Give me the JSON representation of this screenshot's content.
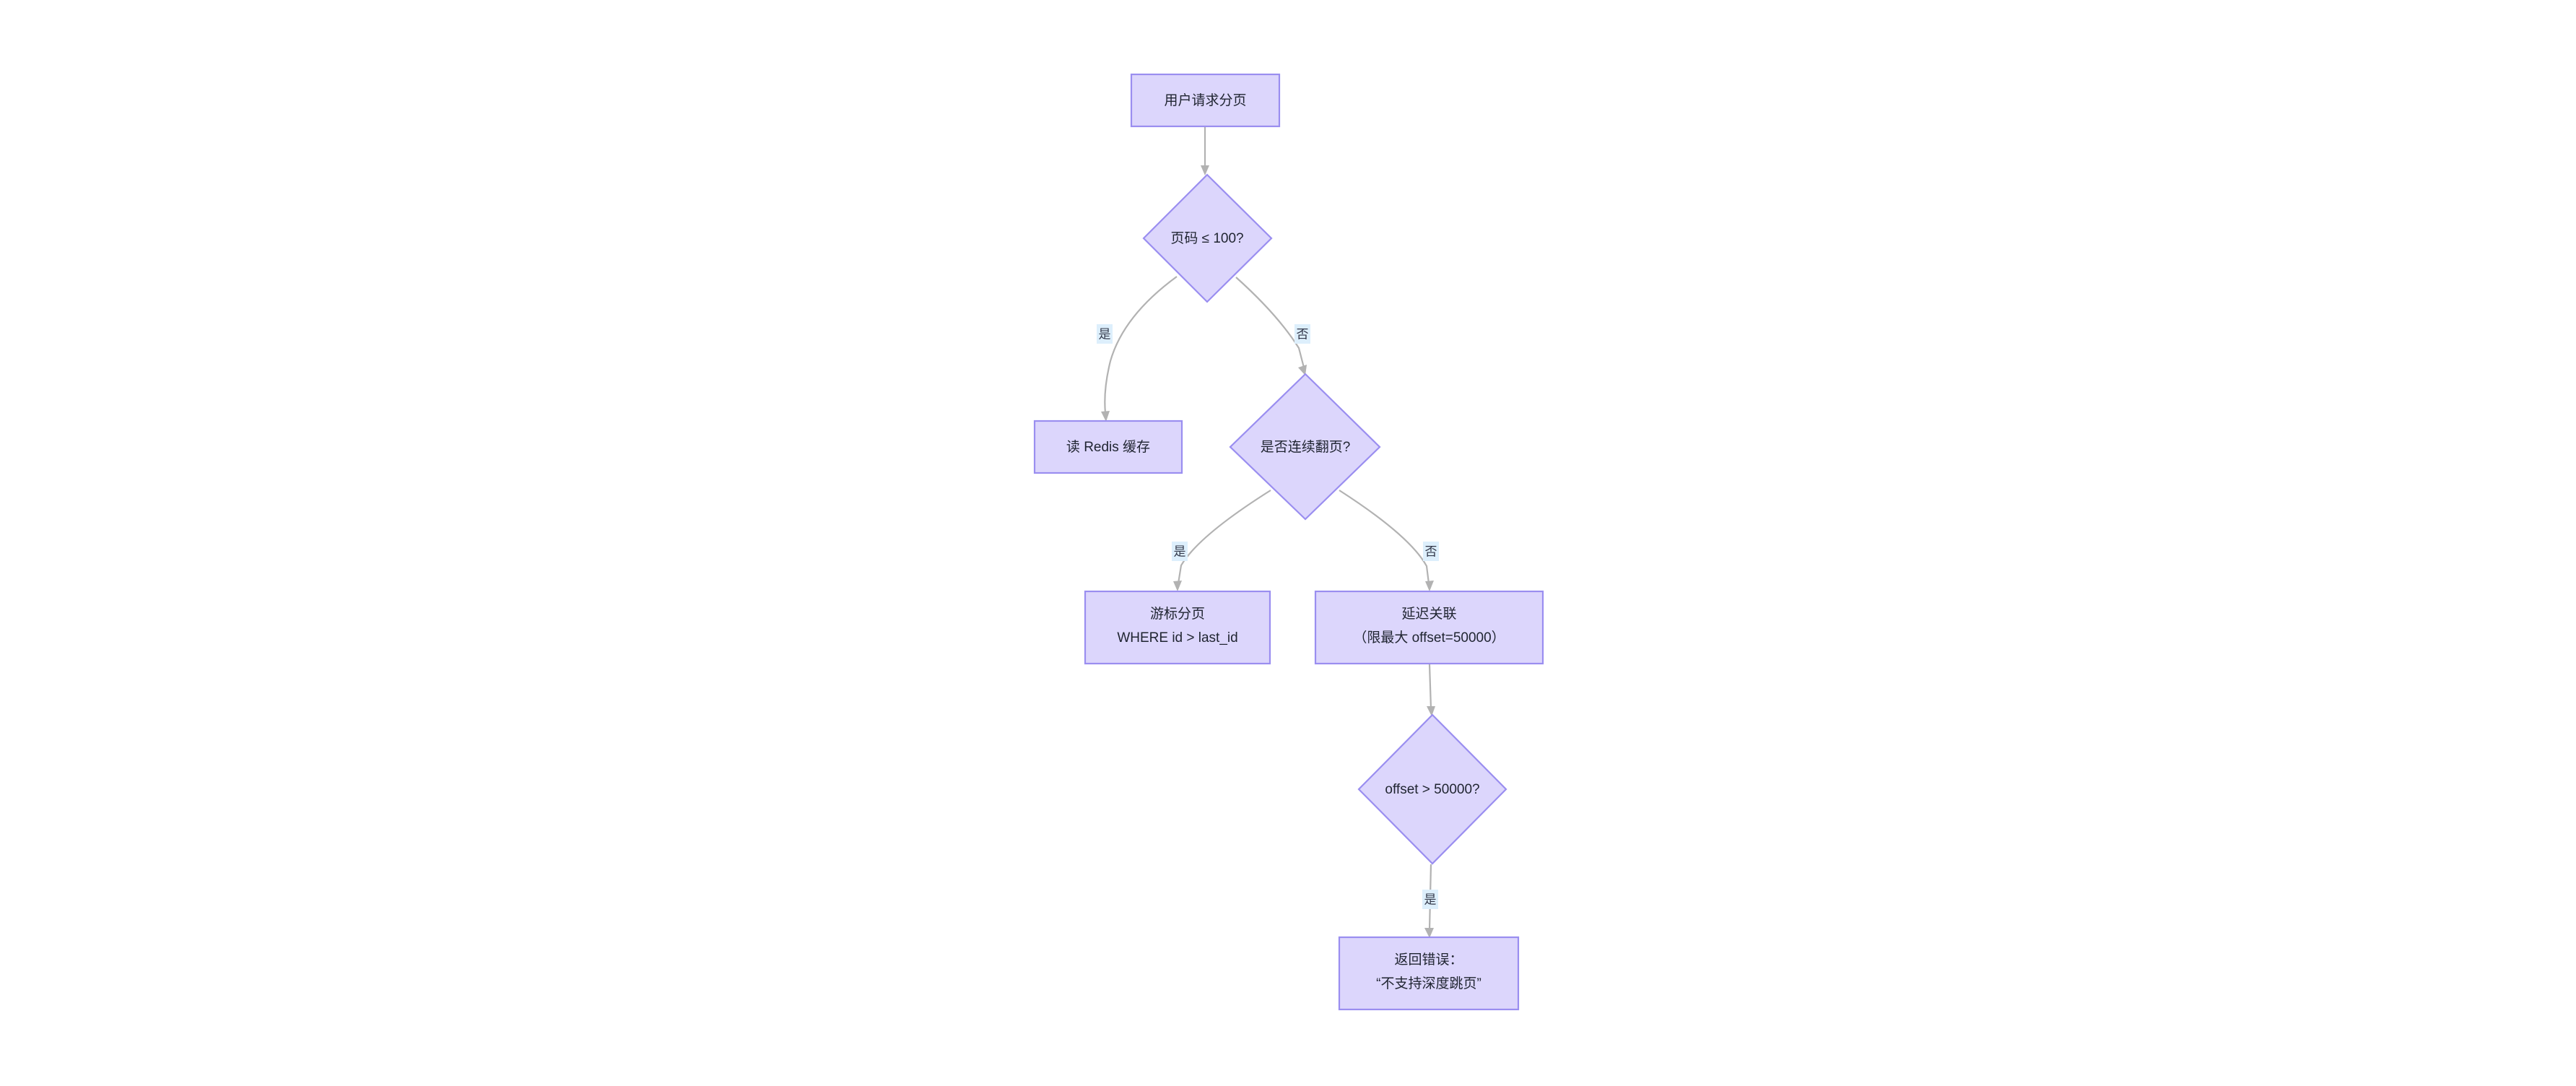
{
  "diagram": {
    "type": "flowchart",
    "title": "",
    "background_color": "#ffffff",
    "node_fill_color": "#dcd6fc",
    "node_border_color": "#9a8ef0",
    "edge_color": "#b2b2b2",
    "edge_label_bg_color": "#ddeffc",
    "text_color": "#1f2430",
    "nodes": [
      {
        "id": "start",
        "shape": "rectangle",
        "line1": "用户请求分页",
        "line2": ""
      },
      {
        "id": "decision_page",
        "shape": "diamond",
        "line1": "页码 ≤ 100?",
        "line2": ""
      },
      {
        "id": "redis_cache",
        "shape": "rectangle",
        "line1": "读 Redis 缓存",
        "line2": ""
      },
      {
        "id": "decision_sequential",
        "shape": "diamond",
        "line1": "是否连续翻页?",
        "line2": ""
      },
      {
        "id": "cursor_paging",
        "shape": "rectangle",
        "line1": "游标分页",
        "line2": "WHERE id > last_id"
      },
      {
        "id": "deferred_join",
        "shape": "rectangle",
        "line1": "延迟关联",
        "line2": "（限最大 offset=50000）"
      },
      {
        "id": "decision_offset",
        "shape": "diamond",
        "line1": "offset > 50000?",
        "line2": ""
      },
      {
        "id": "return_error",
        "shape": "rectangle",
        "line1": "返回错误：",
        "line2": "“不支持深度跳页”"
      }
    ],
    "edges": [
      {
        "id": "e1",
        "from": "start",
        "to": "decision_page",
        "label": ""
      },
      {
        "id": "e2",
        "from": "decision_page",
        "to": "redis_cache",
        "label": "是"
      },
      {
        "id": "e3",
        "from": "decision_page",
        "to": "decision_sequential",
        "label": "否"
      },
      {
        "id": "e4",
        "from": "decision_sequential",
        "to": "cursor_paging",
        "label": "是"
      },
      {
        "id": "e5",
        "from": "decision_sequential",
        "to": "deferred_join",
        "label": "否"
      },
      {
        "id": "e6",
        "from": "deferred_join",
        "to": "decision_offset",
        "label": ""
      },
      {
        "id": "e7",
        "from": "decision_offset",
        "to": "return_error",
        "label": "是"
      }
    ]
  }
}
